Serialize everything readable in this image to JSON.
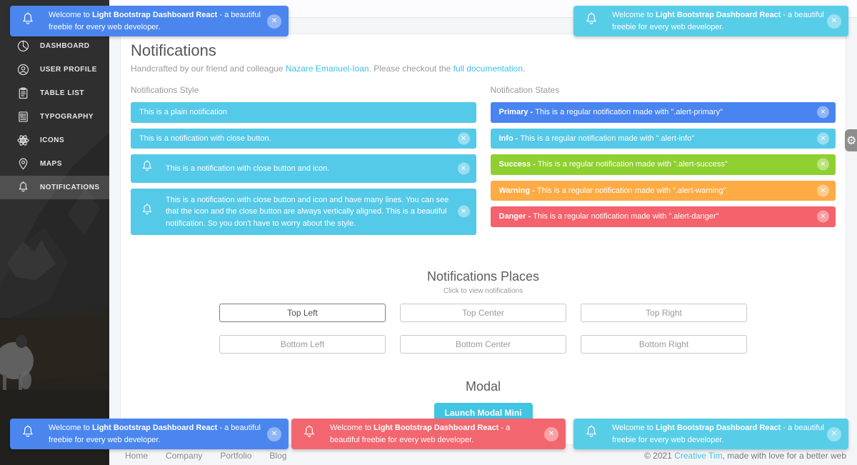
{
  "colors": {
    "primary": "#4a84f0",
    "info": "#55c9e8",
    "success": "#8ed02f",
    "warning": "#fcab45",
    "danger": "#f4626c",
    "link": "#3fc1e0",
    "toast_blue": "#4a86ee",
    "toast_cyan": "#58cde8",
    "toast_red": "#f2676f"
  },
  "sidebar": {
    "items": [
      {
        "label": "DASHBOARD",
        "icon": "pie-chart-icon"
      },
      {
        "label": "USER PROFILE",
        "icon": "user-circle-icon"
      },
      {
        "label": "TABLE LIST",
        "icon": "clipboard-icon"
      },
      {
        "label": "TYPOGRAPHY",
        "icon": "document-text-icon"
      },
      {
        "label": "ICONS",
        "icon": "atom-icon"
      },
      {
        "label": "MAPS",
        "icon": "map-pin-icon"
      },
      {
        "label": "NOTIFICATIONS",
        "icon": "bell-icon"
      }
    ],
    "active_item": "NOTIFICATIONS"
  },
  "toast": {
    "prefix": "Welcome to ",
    "brand": "Light Bootstrap Dashboard React",
    "suffix": " - a beautiful freebie for every web developer."
  },
  "page": {
    "title": "Notifications",
    "subtitle": {
      "text1": "Handcrafted by our friend and colleague ",
      "link1": "Nazare Emanuel-Ioan",
      "text2": ". Please checkout the ",
      "link2": "full documentation",
      "text3": "."
    }
  },
  "styles_section": {
    "label": "Notifications Style",
    "plain": "This is a plain notification",
    "with_close": "This is a notification with close button.",
    "with_close_icon": "This is a notification with close button and icon.",
    "multiline": "This is a notification with close button and icon and have many lines. You can see that the icon and the close button are always vertically aligned. This is a beautiful notification. So you don't have to worry about the style."
  },
  "states_section": {
    "label": "Notification States",
    "items": [
      {
        "state": "Primary - ",
        "text": "This is a regular notification made with \".alert-primary\""
      },
      {
        "state": "Info - ",
        "text": "This is a regular notification made with \".alert-info\""
      },
      {
        "state": "Success - ",
        "text": "This is a regular notification made with \".alert-success\""
      },
      {
        "state": "Warning - ",
        "text": "This is a regular notification made with \".alert-warning\""
      },
      {
        "state": "Danger - ",
        "text": "This is a regular notification made with \".alert-danger\""
      }
    ]
  },
  "places": {
    "title": "Notifications Places",
    "hint": "Click to view notifications",
    "buttons": [
      "Top Left",
      "Top Center",
      "Top Right",
      "Bottom Left",
      "Bottom Center",
      "Bottom Right"
    ]
  },
  "modal": {
    "title": "Modal",
    "button": "Launch Modal Mini"
  },
  "footer": {
    "links": [
      "Home",
      "Company",
      "Portfolio",
      "Blog"
    ],
    "copyright_prefix": "© 2021 ",
    "copyright_link": "Creative Tim",
    "copyright_suffix": ", made with love for a better web"
  },
  "close_glyph": "✕",
  "gear_glyph": "⚙"
}
